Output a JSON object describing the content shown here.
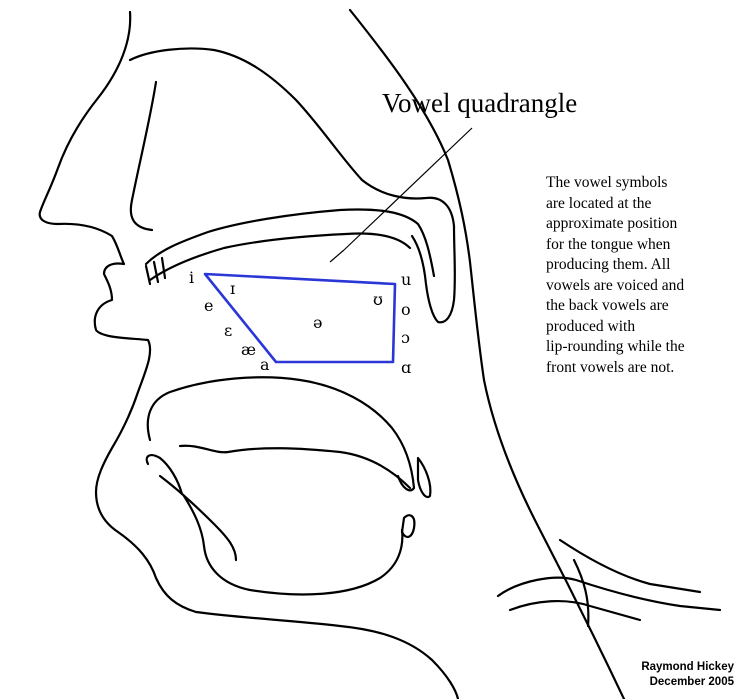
{
  "title": "Vowel quadrangle",
  "description": "The vowel symbols\nare located at the\napproximate position\nfor the tongue when\nproducing them. All\nvowels are voiced and\nthe back vowels are\nproduced with\nlip-rounding while the\nfront vowels are not.",
  "credit": {
    "name": "Raymond Hickey",
    "date": "December 2005"
  },
  "vowels": {
    "i": "i",
    "small_i": "ɪ",
    "e": "e",
    "epsilon": "ɛ",
    "ae": "æ",
    "a": "a",
    "schwa": "ə",
    "u": "u",
    "small_u": "ʊ",
    "o": "o",
    "open_o": "ɔ",
    "alpha": "ɑ"
  },
  "colors": {
    "quadrangle": "#2a37d6",
    "outline": "#000000"
  }
}
